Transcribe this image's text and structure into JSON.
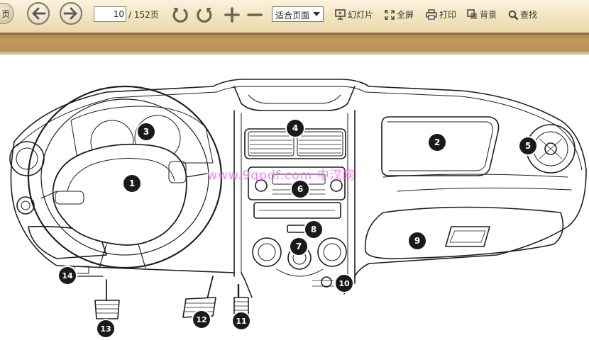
{
  "toolbar": {
    "page_tab_label": "页",
    "current_page": "10",
    "page_total": "/ 152页",
    "zoom_value": "适合页面",
    "slideshow_label": "幻灯片",
    "fullscreen_label": "全屏",
    "print_label": "打印",
    "background_label": "背景",
    "search_label": "查找"
  },
  "figure": {
    "callouts": [
      "1",
      "2",
      "3",
      "4",
      "5",
      "6",
      "7",
      "8",
      "9",
      "10",
      "11",
      "12",
      "13",
      "14"
    ],
    "watermark": "www.9qpdf.com 中汉网"
  },
  "colors": {
    "toolbar_top": "#fbf3df",
    "toolbar_bottom": "#ead7ab",
    "band": "#c49b5e",
    "callout": "#1a1a1a",
    "watermark": "#ff66ff"
  }
}
